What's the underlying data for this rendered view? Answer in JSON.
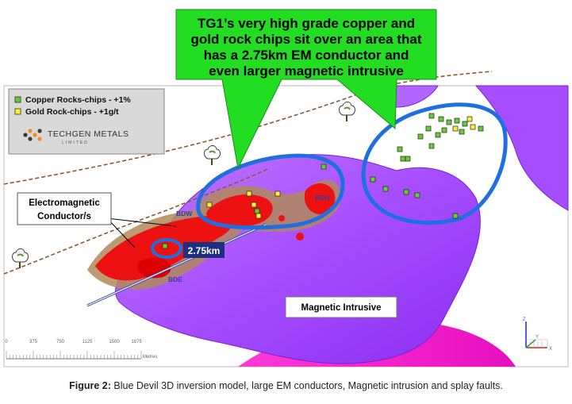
{
  "callout": {
    "lines": [
      "TG1’s very high grade copper and",
      "gold rock chips sit over an area that",
      "has a 2.75km EM conductor and",
      "even larger magnetic intrusive"
    ],
    "color": "#22dd22"
  },
  "legend": {
    "items": [
      {
        "label": "Copper Rocks-chips - +1%",
        "color": "#66cc33"
      },
      {
        "label": "Gold Rock-chips - +1g/t",
        "color": "#ffee33"
      }
    ],
    "logo_name": "TECHGEN METALS",
    "logo_sub": "LIMITED"
  },
  "labels": {
    "em_conductor": [
      "Electromagnetic",
      "Conductor/s"
    ],
    "distance": "2.75km",
    "magnetic_intrusive": "Magnetic Intrusive",
    "bdw": "BDW",
    "bdn": "BDN",
    "bde": "BDE"
  },
  "scale_bar": {
    "ticks": [
      "0",
      "375",
      "750",
      "1125",
      "1500",
      "1875"
    ],
    "unit": "Metres"
  },
  "axes_widget": {
    "z": "Z",
    "y": "Y",
    "x": "X"
  },
  "caption": {
    "prefix": "Figure 2:",
    "text": "Blue Devil 3D inversion model, large EM conductors, Magnetic intrusion and splay faults."
  },
  "colors": {
    "magnetic_body": "#a64dff",
    "conductor": "#ee1111",
    "halo": "#b08a5a",
    "outline": "#1f6fe0"
  }
}
